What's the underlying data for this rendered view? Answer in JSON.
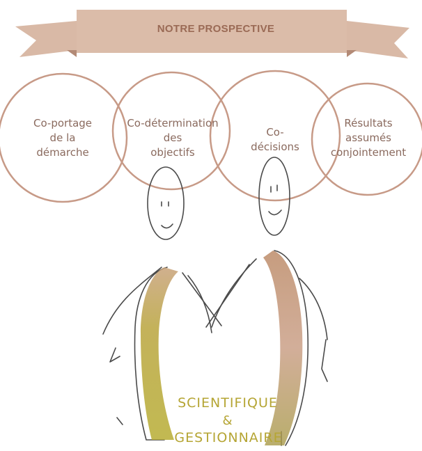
{
  "banner": {
    "title": "NOTRE PROSPECTIVE"
  },
  "circles": [
    {
      "label": "Co-portage\nde la\ndémarche"
    },
    {
      "label": "Co-détermination\ndes\nobjectifs"
    },
    {
      "label": "Co-\ndécisions"
    },
    {
      "label": "Résultats\nassumés\nconjointement"
    }
  ],
  "caption": {
    "line1": "SCIENTIFIQUE",
    "line2": "&",
    "line3": "GESTIONNAIRE"
  },
  "colors": {
    "banner_fill": "#d9b9a6",
    "banner_dark": "#c59f8a",
    "circle_stroke": "#c79a87",
    "text": "#8a6a5e",
    "sketch": "#4a4a4a",
    "figure_left": "#b5a534",
    "figure_right": "#c08c6e"
  }
}
